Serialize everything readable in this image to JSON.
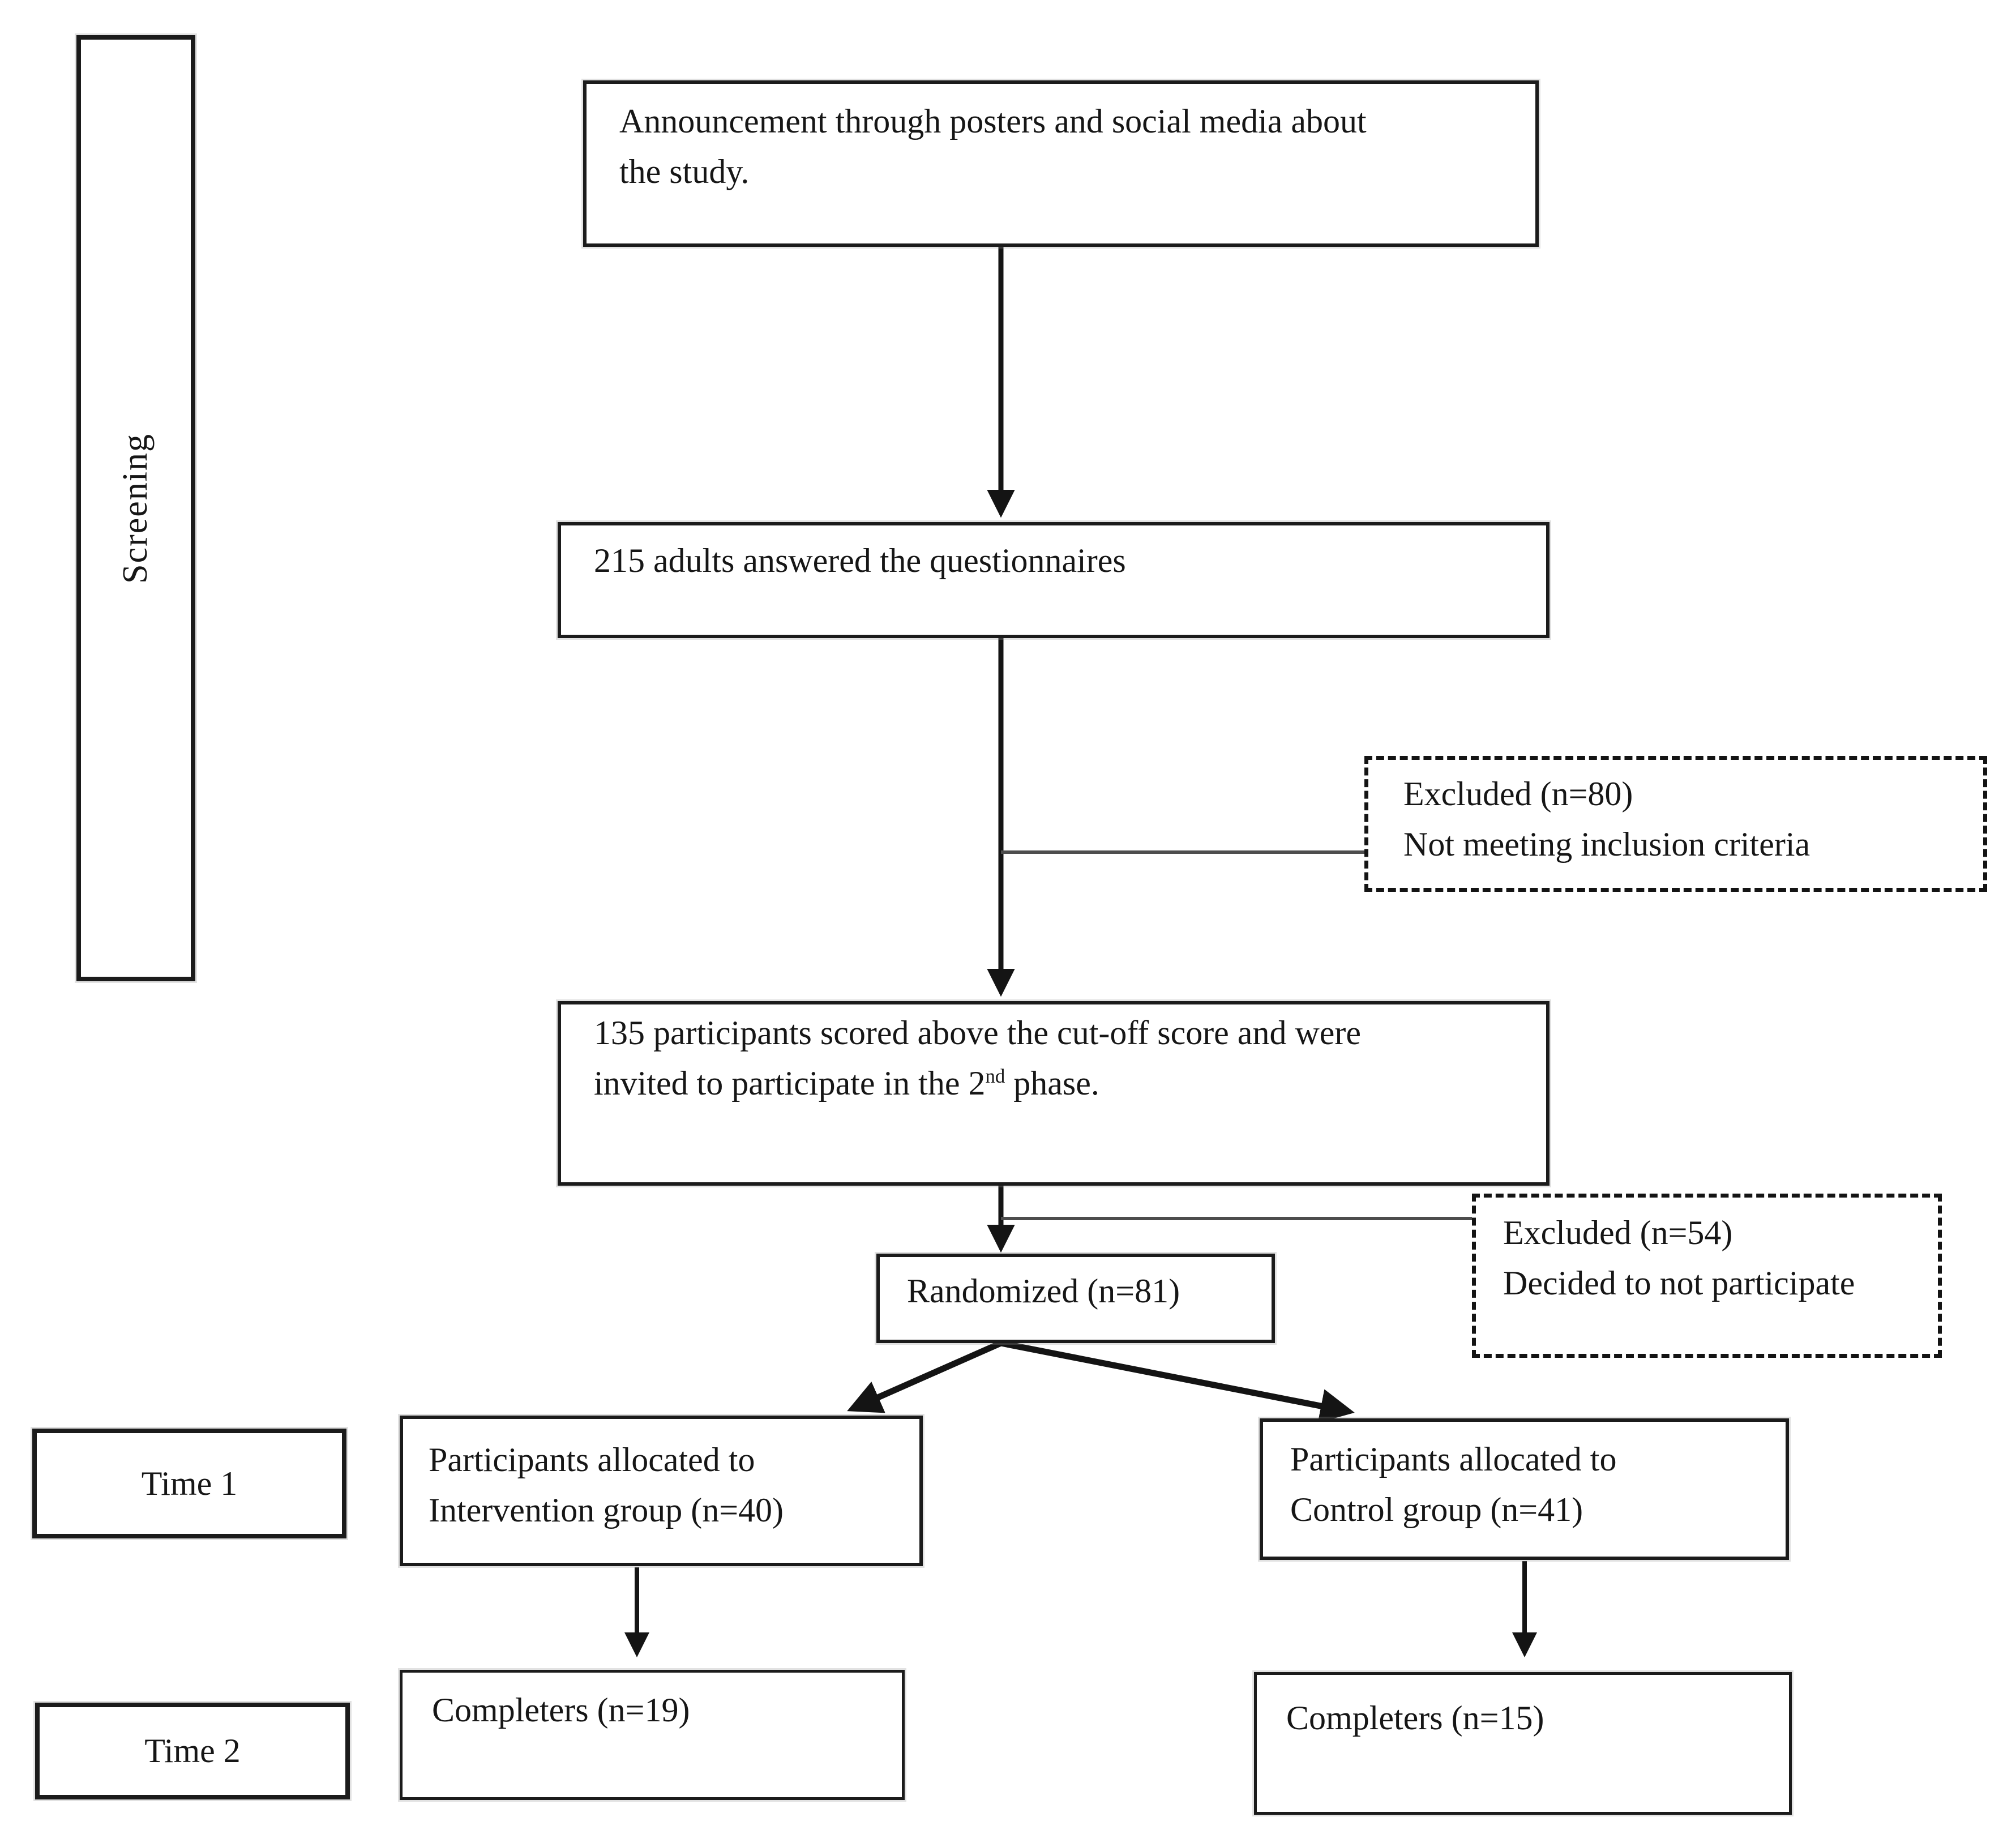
{
  "figure": {
    "kind": "study-flow-diagram",
    "colors": {
      "background": "#ffffff",
      "box_border": "#1b1b1b",
      "dashed_border": "#141414",
      "connector": "#141414",
      "branch_connector": "#4d4d4d",
      "text": "#161616"
    },
    "phases": {
      "screening": "Screening",
      "time1": "Time 1",
      "time2": "Time 2"
    },
    "nodes": {
      "announcement": {
        "lines": [
          "Announcement through posters and social media about",
          "the study."
        ]
      },
      "questionnaires": {
        "text": "215 adults answered the questionnaires"
      },
      "excluded_screening": {
        "lines": [
          "Excluded (n=80)",
          "Not meeting inclusion criteria"
        ]
      },
      "cutoff": {
        "line1": "135 participants scored above the cut-off score and were",
        "line2_pre": "invited to participate in the 2",
        "line2_sup": "nd",
        "line2_post": " phase."
      },
      "randomized": {
        "text": "Randomized (n=81)"
      },
      "excluded_randomization": {
        "lines": [
          "Excluded (n=54)",
          "Decided to not participate"
        ]
      },
      "intervention": {
        "lines": [
          "Participants allocated to",
          "Intervention group (n=40)"
        ]
      },
      "control": {
        "lines": [
          "Participants allocated to",
          "Control group (n=41)"
        ]
      },
      "completers_intervention": {
        "text": "Completers (n=19)"
      },
      "completers_control": {
        "text": "Completers (n=15)"
      }
    }
  }
}
